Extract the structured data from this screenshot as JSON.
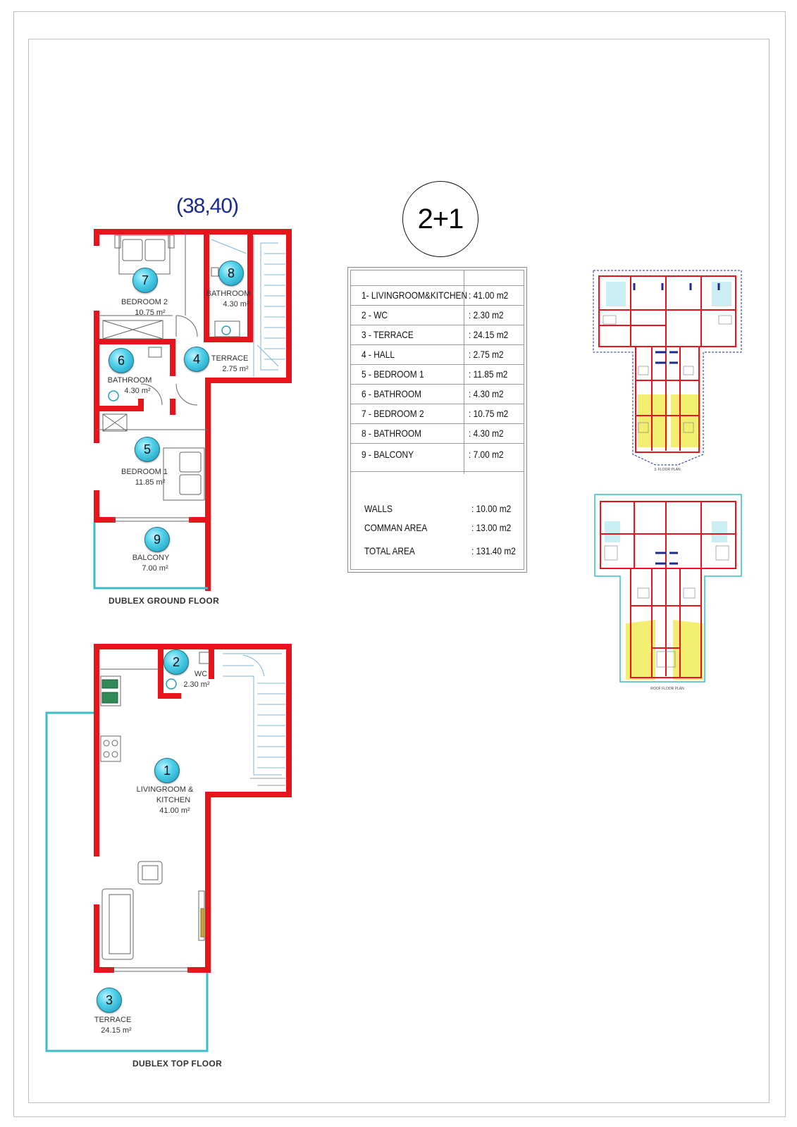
{
  "area_code": "(38,40)",
  "unit_type": "2+1",
  "ground_floor": {
    "title": "DUBLEX GROUND FLOOR",
    "rooms": [
      {
        "num": "7",
        "name": "BEDROOM 2",
        "area": "10.75 m²"
      },
      {
        "num": "8",
        "name": "BATHROOM",
        "area": "4.30 m²"
      },
      {
        "num": "6",
        "name": "BATHROOM",
        "area": "4.30 m²"
      },
      {
        "num": "4",
        "name": "TERRACE",
        "area": "2.75 m²"
      },
      {
        "num": "5",
        "name": "BEDROOM 1",
        "area": "11.85 m²"
      },
      {
        "num": "9",
        "name": "BALCONY",
        "area": "7.00 m²"
      }
    ]
  },
  "top_floor": {
    "title": "DUBLEX TOP FLOOR",
    "rooms": [
      {
        "num": "2",
        "name": "WC",
        "area": "2.30 m²"
      },
      {
        "num": "1",
        "name": "LIVINGROOM &",
        "name2": "KITCHEN",
        "area": "41.00 m²"
      },
      {
        "num": "3",
        "name": "TERRACE",
        "area": "24.15 m²"
      }
    ]
  },
  "area_table": {
    "rows": [
      {
        "name": "1- LIVINGROOM&KITCHEN",
        "value": ": 41.00 m2"
      },
      {
        "name": "2 - WC",
        "value": ": 2.30 m2"
      },
      {
        "name": "3 - TERRACE",
        "value": ": 24.15 m2"
      },
      {
        "name": "4 - HALL",
        "value": ": 2.75 m2"
      },
      {
        "name": "5 - BEDROOM 1",
        "value": ": 11.85 m2"
      },
      {
        "name": "6 - BATHROOM",
        "value": ": 4.30 m2"
      },
      {
        "name": "7 - BEDROOM 2",
        "value": ": 10.75 m2"
      },
      {
        "name": "8 - BATHROOM",
        "value": ": 4.30 m2"
      },
      {
        "name": "9 - BALCONY",
        "value": ": 7.00 m2"
      }
    ],
    "summary": [
      {
        "name": "WALLS",
        "value": ": 10.00 m2"
      },
      {
        "name": "COMMAN AREA",
        "value": ": 13.00 m2"
      },
      {
        "name": "TOTAL AREA",
        "value": ": 131.40 m2"
      }
    ]
  },
  "thumbnails": {
    "floor3_caption": "3. FLOOR PLAN",
    "roof_caption": "ROOF FLOOR PLAN"
  },
  "colors": {
    "wall": "#e8141b",
    "terrace_outline": "#3bbcc6",
    "stair": "#7fb7d6",
    "highlight": "#f2ee70",
    "thumb_dash": "#1d2a8c",
    "label_blue": "#1c2a8c"
  }
}
